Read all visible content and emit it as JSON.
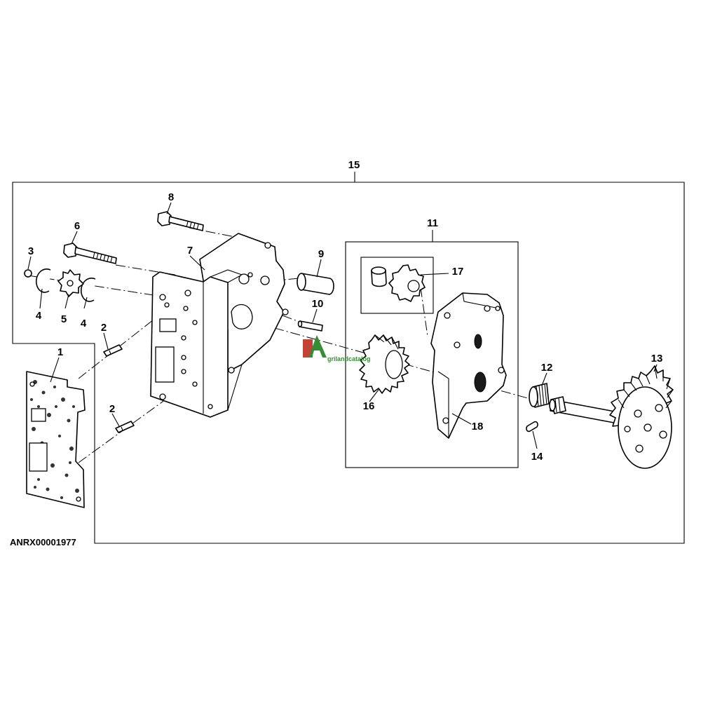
{
  "figure_id": "ANRX00001977",
  "callouts": {
    "c1": "1",
    "c2a": "2",
    "c2b": "2",
    "c3": "3",
    "c4a": "4",
    "c4b": "4",
    "c5": "5",
    "c6": "6",
    "c7": "7",
    "c8": "8",
    "c9": "9",
    "c10": "10",
    "c11": "11",
    "c12": "12",
    "c13": "13",
    "c14": "14",
    "c15": "15",
    "c16": "16",
    "c17": "17",
    "c18": "18"
  },
  "watermark": {
    "logo_letter": "A",
    "text": "grilandcatalog",
    "brand_colors": {
      "green": "#2a8a2a",
      "red": "#c0392b"
    }
  }
}
